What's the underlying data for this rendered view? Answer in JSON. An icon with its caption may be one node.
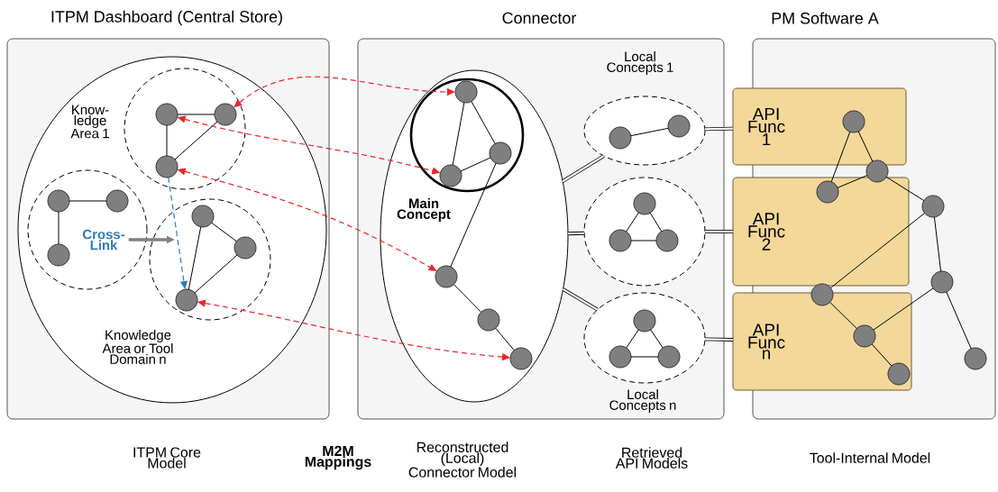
{
  "diagram": {
    "nodes": [
      {
        "text": [
          "ITPM Dashboard (Central Store)"
        ]
      },
      {
        "text": [],
        "shape": "ellipse",
        "in": 0
      },
      {
        "text": [
          "Know- ledge Area 1"
        ],
        "in": 1
      },
      {
        "text": [],
        "shape": "circle",
        "in": 1
      },
      {
        "text": [
          "Knowledge Area or Tool Domain n"
        ],
        "in": 1
      },
      {
        "text": [
          "Cross- Link"
        ],
        "in": 3
      },
      {
        "text": [],
        "shape": "circle",
        "in": 2
      },
      {
        "text": [],
        "shape": "circle",
        "in": 2
      },
      {
        "text": [],
        "shape": "circle",
        "in": 2
      },
      {
        "text": [],
        "shape": "circle",
        "in": 3
      },
      {
        "text": [],
        "shape": "circle",
        "in": 3
      },
      {
        "text": [],
        "shape": "circle",
        "in": 3
      },
      {
        "text": [],
        "shape": "circle",
        "in": 4
      },
      {
        "text": [],
        "shape": "circle",
        "in": 4
      },
      {
        "text": [],
        "shape": "circle",
        "in": 4
      },
      {
        "text": [
          "Connector"
        ]
      },
      {
        "text": [],
        "shape": "ellipse",
        "in": 15
      },
      {
        "text": [
          "Main Concept"
        ],
        "in": 16
      },
      {
        "text": [],
        "shape": "circle",
        "in": 17
      },
      {
        "text": [],
        "shape": "circle",
        "in": 17
      },
      {
        "text": [],
        "shape": "circle",
        "in": 17
      },
      {
        "text": [],
        "shape": "circle",
        "in": 16
      },
      {
        "text": [],
        "shape": "circle",
        "in": 16
      },
      {
        "text": [],
        "shape": "circle",
        "in": 16
      },
      {
        "text": [
          "Local Concepts 1"
        ],
        "in": 15
      },
      {
        "text": [],
        "shape": "ellipse",
        "in": 15
      },
      {
        "text": [
          "Local Concepts n"
        ],
        "in": 15
      },
      {
        "text": [],
        "shape": "circle",
        "in": 24
      },
      {
        "text": [],
        "shape": "circle",
        "in": 24
      },
      {
        "text": [],
        "shape": "circle",
        "in": 25
      },
      {
        "text": [],
        "shape": "circle",
        "in": 25
      },
      {
        "text": [],
        "shape": "circle",
        "in": 25
      },
      {
        "text": [],
        "shape": "circle",
        "in": 26
      },
      {
        "text": [],
        "shape": "circle",
        "in": 26
      },
      {
        "text": [],
        "shape": "circle",
        "in": 26
      },
      {
        "text": [
          "PM Software A"
        ]
      },
      {
        "text": [
          "API Func 1"
        ]
      },
      {
        "text": [
          "API Func 2"
        ]
      },
      {
        "text": [
          "API Func n"
        ]
      },
      {
        "text": [],
        "shape": "circle",
        "in": 36
      },
      {
        "text": [],
        "shape": "circle",
        "in": 35
      },
      {
        "text": [],
        "shape": "circle",
        "in": 37
      },
      {
        "text": [],
        "shape": "circle",
        "in": 35
      },
      {
        "text": [],
        "shape": "circle",
        "in": 35
      },
      {
        "text": [],
        "shape": "circle",
        "in": 35
      },
      {
        "text": [],
        "shape": "circle",
        "in": 38
      },
      {
        "text": [],
        "shape": "circle",
        "in": 38
      },
      {
        "text": [],
        "shape": "circle",
        "in": 35
      }
    ],
    "edges": [
      {
        "from": 6,
        "to": 7,
        "arrow": "none"
      },
      {
        "from": 6,
        "to": 8,
        "arrow": "none"
      },
      {
        "from": 8,
        "to": 7,
        "arrow": "none"
      },
      {
        "from": 9,
        "to": 10,
        "arrow": "none"
      },
      {
        "from": 9,
        "to": 11,
        "arrow": "none"
      },
      {
        "from": 12,
        "to": 13,
        "arrow": "none"
      },
      {
        "from": 12,
        "to": 14,
        "arrow": "none"
      },
      {
        "from": 14,
        "to": 13,
        "arrow": "none"
      },
      {
        "from": 8,
        "to": 14,
        "arrow": "to",
        "style": "dashed",
        "color": "#2b7bb9"
      },
      {
        "from": 5,
        "to": 4,
        "arrow": "to",
        "style": "thick",
        "color": "#808080"
      },
      {
        "from": 18,
        "to": 19,
        "arrow": "none"
      },
      {
        "from": 18,
        "to": 20,
        "arrow": "none"
      },
      {
        "from": 20,
        "to": 19,
        "arrow": "none"
      },
      {
        "from": 19,
        "to": 21,
        "arrow": "none"
      },
      {
        "from": 21,
        "to": 22,
        "arrow": "none"
      },
      {
        "from": 22,
        "to": 23,
        "arrow": "none"
      },
      {
        "from": 27,
        "to": 28,
        "arrow": "none"
      },
      {
        "from": 29,
        "to": 30,
        "arrow": "none"
      },
      {
        "from": 29,
        "to": 31,
        "arrow": "none"
      },
      {
        "from": 30,
        "to": 31,
        "arrow": "none"
      },
      {
        "from": 32,
        "to": 33,
        "arrow": "none"
      },
      {
        "from": 32,
        "to": 34,
        "arrow": "none"
      },
      {
        "from": 33,
        "to": 34,
        "arrow": "none"
      },
      {
        "from": 16,
        "to": 24,
        "arrow": "none",
        "style": "thick"
      },
      {
        "from": 16,
        "to": 25,
        "arrow": "none",
        "style": "thick"
      },
      {
        "from": 16,
        "to": 26,
        "arrow": "none",
        "style": "thick"
      },
      {
        "from": 24,
        "to": 36,
        "arrow": "none",
        "style": "thick"
      },
      {
        "from": 25,
        "to": 37,
        "arrow": "none",
        "style": "thick"
      },
      {
        "from": 26,
        "to": 38,
        "arrow": "none",
        "style": "thick"
      },
      {
        "from": 7,
        "to": 18,
        "arrow": "both",
        "style": "dashed",
        "color": "#e8262b"
      },
      {
        "from": 6,
        "to": 20,
        "arrow": "both",
        "style": "dashed",
        "color": "#e8262b"
      },
      {
        "from": 8,
        "to": 21,
        "arrow": "both",
        "style": "dashed",
        "color": "#e8262b"
      },
      {
        "from": 14,
        "to": 23,
        "arrow": "both",
        "style": "dashed",
        "color": "#e8262b"
      },
      {
        "from": 39,
        "to": 40,
        "arrow": "none"
      },
      {
        "from": 39,
        "to": 41,
        "arrow": "none"
      },
      {
        "from": 41,
        "to": 40,
        "arrow": "none"
      },
      {
        "from": 40,
        "to": 42,
        "arrow": "none"
      },
      {
        "from": 42,
        "to": 43,
        "arrow": "none"
      },
      {
        "from": 42,
        "to": 44,
        "arrow": "none"
      },
      {
        "from": 44,
        "to": 45,
        "arrow": "none"
      },
      {
        "from": 45,
        "to": 43,
        "arrow": "none"
      },
      {
        "from": 45,
        "to": 46,
        "arrow": "none"
      },
      {
        "from": 43,
        "to": 47,
        "arrow": "none"
      }
    ],
    "labels": [
      "ITPM Core Model",
      "M2M Mappings",
      "Reconstructed (Local) Connector Model",
      "Retrieved API Models",
      "Tool-Internal Model"
    ]
  }
}
